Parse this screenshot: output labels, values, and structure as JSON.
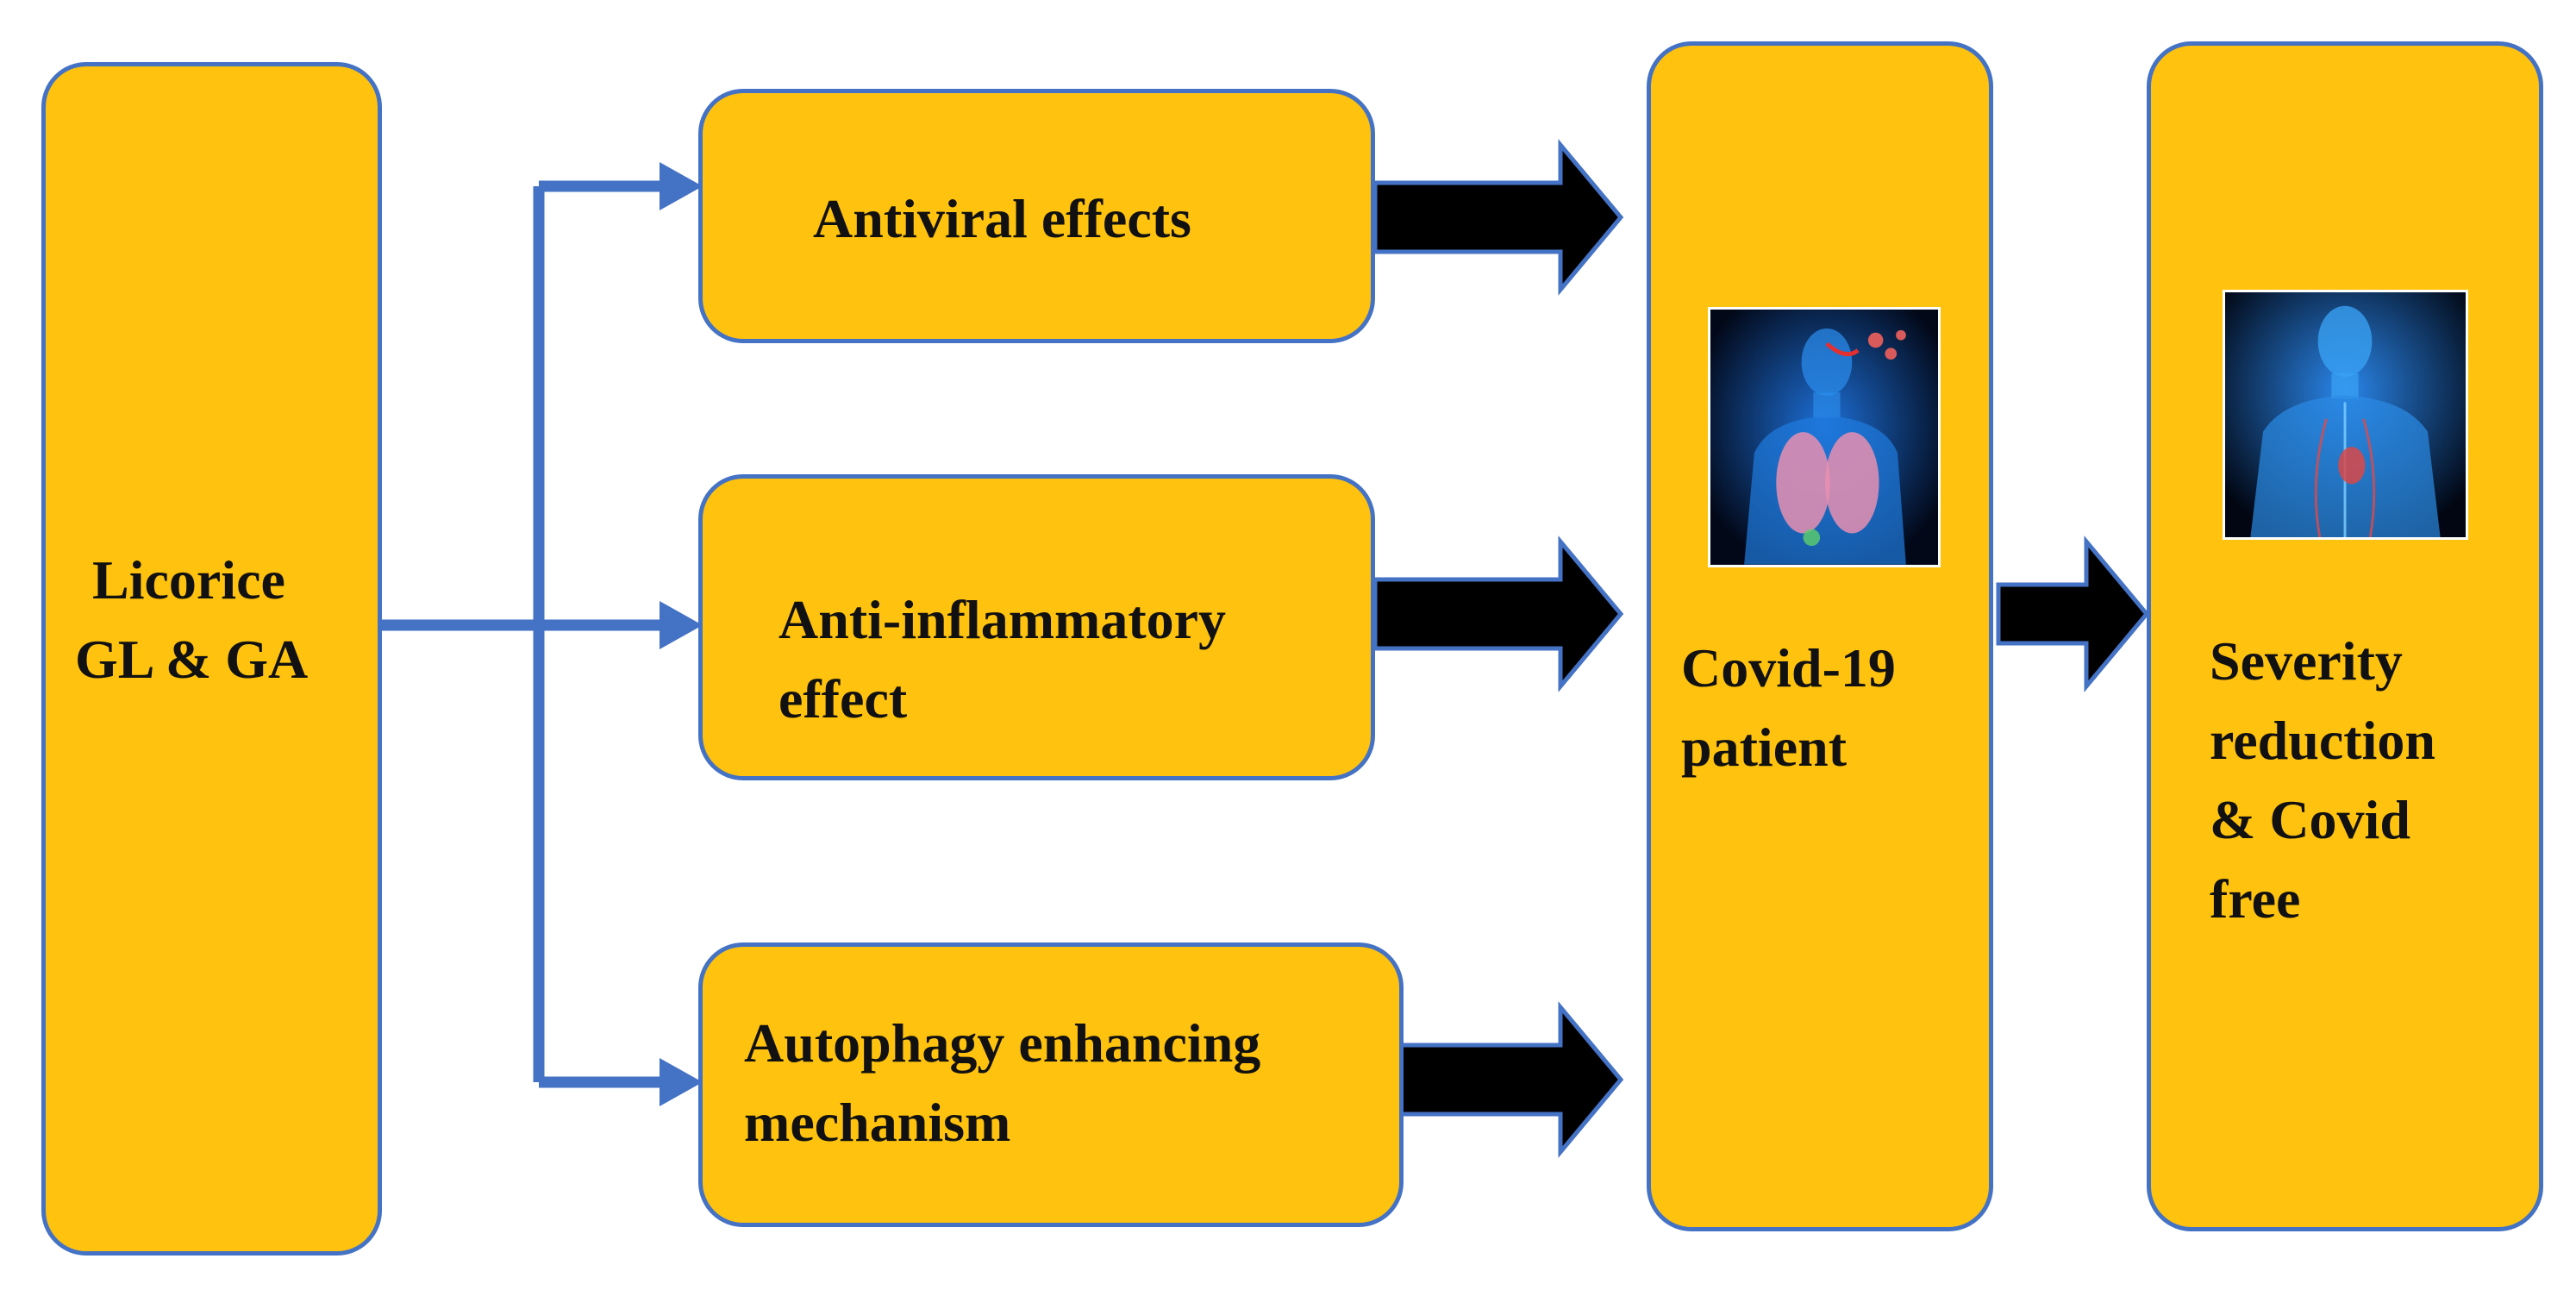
{
  "colors": {
    "box_fill": "#ffc20e",
    "box_border": "#4472c4",
    "connector": "#4472c4",
    "arrow_fill": "#000000",
    "text": "#111111"
  },
  "source": {
    "line1": "Licorice",
    "line2": "GL & GA"
  },
  "effects": [
    {
      "line1": "Antiviral effects",
      "line2": ""
    },
    {
      "line1": "Anti-inflammatory",
      "line2": "effect"
    },
    {
      "line1": "Autophagy enhancing",
      "line2": "mechanism"
    }
  ],
  "patient": {
    "line1": "Covid-19",
    "line2": "patient",
    "image_icon": "infected-body-illustration-icon"
  },
  "outcome": {
    "line1": "Severity",
    "line2": "reduction",
    "line3": "& Covid",
    "line4": "free",
    "image_icon": "healthy-body-illustration-icon"
  }
}
